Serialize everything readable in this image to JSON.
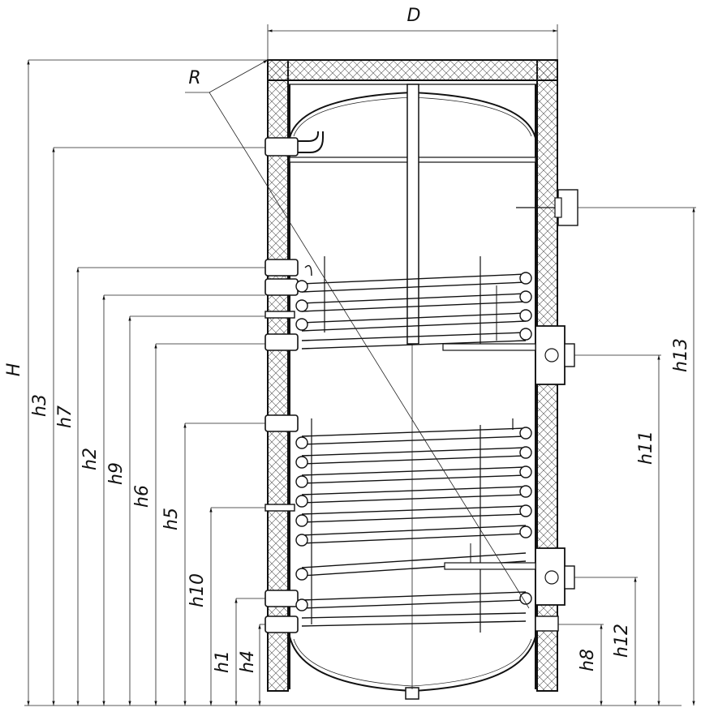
{
  "labels": {
    "D": "D",
    "R": "R",
    "H": "H",
    "h1": "h1",
    "h2": "h2",
    "h3": "h3",
    "h4": "h4",
    "h5": "h5",
    "h6": "h6",
    "h7": "h7",
    "h8": "h8",
    "h9": "h9",
    "h10": "h10",
    "h11": "h11",
    "h12": "h12",
    "h13": "h13"
  }
}
